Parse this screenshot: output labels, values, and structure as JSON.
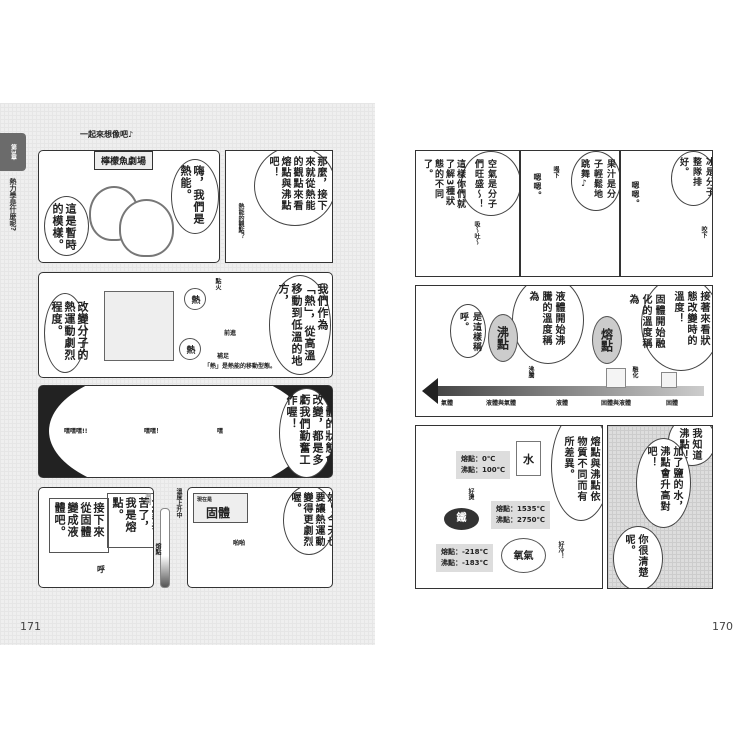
{
  "left_page": {
    "page_number": "171",
    "chapter_tab": "第3章",
    "chapter_title": "熱力學是什麼呢?",
    "banner": "一起來想像吧♪",
    "theater_title": "檸檬魚劇場",
    "panel1": {
      "bubble_a": "嗨，我們是熱能。",
      "bubble_b": "這是暫時的模樣。"
    },
    "panel2": {
      "bubble_a": "那麼，接下來就從熱能的觀點來看熔點與沸點吧！",
      "bubble_b": "熱能的觀點？"
    },
    "panel3": {
      "bubble_a": "我們作為「熱」，從高溫移動到低溫的地方，",
      "bubble_b": "改變分子的熱運動劇烈程度。",
      "label_ignite": "點火",
      "label_forward": "前進",
      "caption_title": "補足",
      "caption": "「熱」是熱能的移動型態。",
      "heat": "熱"
    },
    "panel4": {
      "bubble": "物體的狀態會改變，都是多虧我們勤奮工作喔！",
      "sfx": [
        "嘿嘿嘿!!",
        "嘿嘿！",
        "嘿"
      ]
    },
    "panel5": {
      "bubble_a": "接下來從固體變成液體吧。",
      "bubble_b": "大家辛苦了，我是熔點。",
      "sfx_sigh": "呼",
      "sfx_cheer": "呵呵"
    },
    "thermometer": {
      "label": "溫度上升中",
      "marker": "熔點"
    },
    "panel6": {
      "sign_small": "現在是",
      "sign": "固體",
      "bubble": "好～今天也要讓熱運動變得更劇烈喔。",
      "sfx": "啪啪"
    }
  },
  "right_page": {
    "page_number": "170",
    "row1": {
      "p1": {
        "bubble_a": "冰是分子整隊排好。",
        "bubble_b": "嗯嗯。",
        "sfx": "咬下"
      },
      "p2": {
        "bubble_a": "果汁是分子輕鬆地跳舞♪",
        "bubble_b": "嗯嗯。",
        "sfx": "喝下"
      },
      "p3": {
        "bubble_a": "空氣是分子們旺盛～！",
        "bubble_b": "這樣你們就了解3種狀態的不同了。",
        "sfx": "吸～吐～"
      }
    },
    "row2": {
      "bubble_a": "接著來看狀態改變時的溫度！",
      "bubble_b": "固體開始融化的溫度稱為",
      "melting": "熔點",
      "bubble_c": "液體開始沸騰的溫度稱為",
      "boiling": "沸點",
      "bubble_d": "是這樣稱呼。",
      "arrow_melt": "融化",
      "arrow_boil": "沸騰",
      "states": [
        "氣體",
        "液體與氣體",
        "液體",
        "固體與液體",
        "固體"
      ]
    },
    "row3": {
      "bubble": "熔點與沸點依物質不同而有所差異。",
      "substances": [
        {
          "name": "水",
          "melt": "熔點：0℃",
          "boil": "沸點：100℃"
        },
        {
          "name": "鐵",
          "melt": "熔點：1535℃",
          "boil": "沸點：2750℃"
        },
        {
          "name": "氧氣",
          "melt": "熔點：-218℃",
          "boil": "沸點：-183℃"
        }
      ],
      "sfx_a": "好燙",
      "sfx_b": "好冷！",
      "side_a": "我知道沸點！",
      "side_b": "加了鹽的水，沸點會升高對吧！",
      "side_c": "你很清楚呢。"
    }
  }
}
